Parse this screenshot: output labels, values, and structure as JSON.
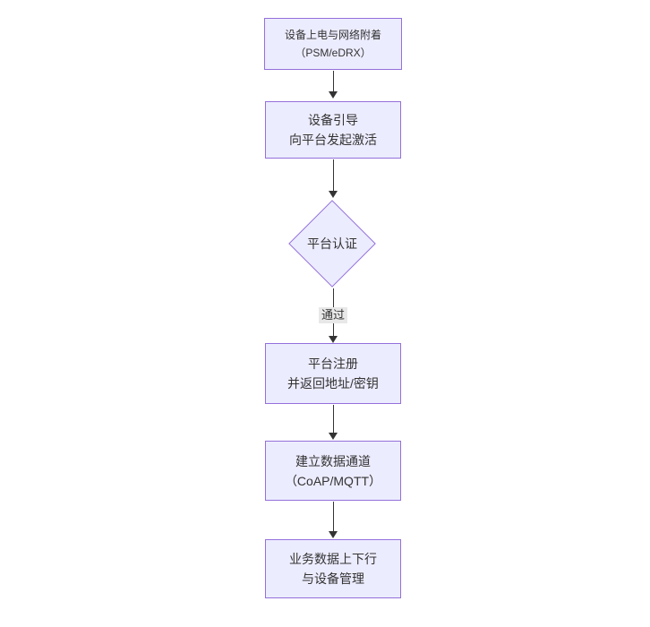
{
  "diagram": {
    "type": "flowchart-vertical",
    "background_color": "#ffffff",
    "node_fill_color": "#ECECFF",
    "node_border_color": "#9370DB",
    "text_color": "#333333",
    "arrow_color": "#333333",
    "edge_label_background": "#e8e8e8",
    "nodes": [
      {
        "id": "power-attach",
        "shape": "rect",
        "lines": [
          "设备上电与网络附着",
          "（PSM/eDRX）"
        ]
      },
      {
        "id": "bootstrap",
        "shape": "rect",
        "lines": [
          "设备引导",
          "向平台发起激活"
        ]
      },
      {
        "id": "platform-auth",
        "shape": "diamond",
        "lines": [
          "平台认证"
        ]
      },
      {
        "id": "register",
        "shape": "rect",
        "lines": [
          "平台注册",
          "并返回地址/密钥"
        ]
      },
      {
        "id": "data-channel",
        "shape": "rect",
        "lines": [
          "建立数据通道",
          "（CoAP/MQTT）"
        ]
      },
      {
        "id": "business",
        "shape": "rect",
        "lines": [
          "业务数据上下行",
          "与设备管理"
        ]
      }
    ],
    "edges": [
      {
        "from": "power-attach",
        "to": "bootstrap",
        "label": ""
      },
      {
        "from": "bootstrap",
        "to": "platform-auth",
        "label": ""
      },
      {
        "from": "platform-auth",
        "to": "register",
        "label": "通过"
      },
      {
        "from": "register",
        "to": "data-channel",
        "label": ""
      },
      {
        "from": "data-channel",
        "to": "business",
        "label": ""
      }
    ]
  }
}
